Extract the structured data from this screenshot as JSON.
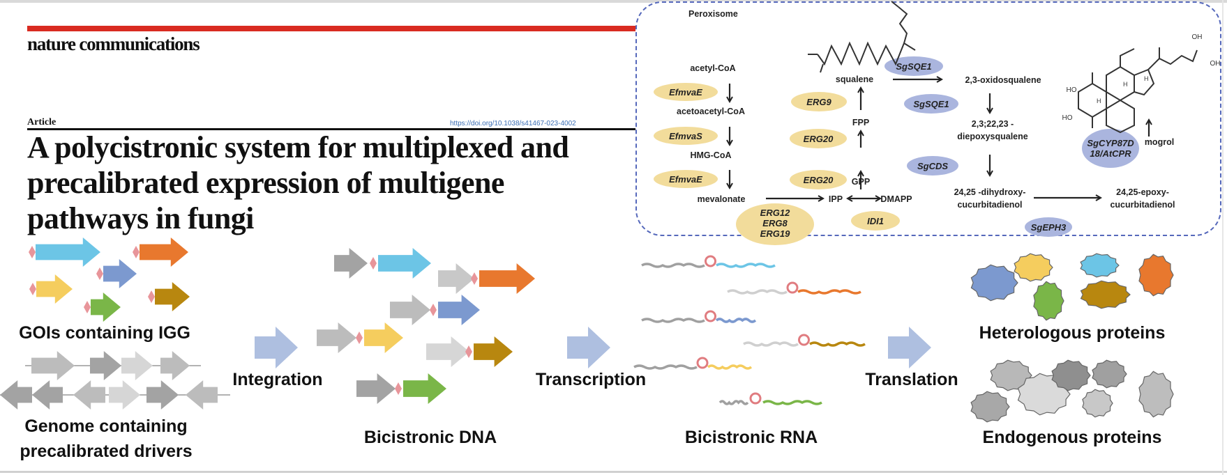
{
  "header": {
    "journal": "nature communications",
    "section": "Article",
    "doi": "https://doi.org/10.1038/s41467-023-4002",
    "title_lines": [
      "A polycistronic system for multiplexed and",
      "precalibrated expression of multigene",
      "pathways in fungi"
    ]
  },
  "pathway": {
    "compartment": "Peroxisome",
    "metabolites": {
      "acetyl_coa": "acetyl-CoA",
      "acetoacetyl_coa": "acetoacetyl-CoA",
      "hmg_coa": "HMG-CoA",
      "mevalonate": "mevalonate",
      "ipp": "IPP",
      "dmapp": "DMAPP",
      "gpp": "GPP",
      "fpp": "FPP",
      "squalene": "squalene",
      "oxidosqualene": "2,3-oxidosqualene",
      "diepoxy_1": "2,3;22,23 -",
      "diepoxy_2": "diepoxysqualene",
      "dihydroxy_1": "24,25 -dihydroxy-",
      "dihydroxy_2": "cucurbitadienol",
      "epoxy_1": "24,25-epoxy-",
      "epoxy_2": "cucurbitadienol",
      "mogrol": "mogrol",
      "ho": "HO",
      "ho2": "HO",
      "oh1": "OH",
      "oh2": "OH",
      "h1": "H",
      "h2": "H",
      "h3": "H"
    },
    "enzymes": {
      "efmvae_1": "EfmvaE",
      "efmvas": "EfmvaS",
      "efmvae_2": "EfmvaE",
      "erg12": "ERG12",
      "erg8": "ERG8",
      "erg19": "ERG19",
      "idi1": "IDI1",
      "erg20_1": "ERG20",
      "erg20_2": "ERG20",
      "erg9": "ERG9",
      "sgsqe1_1": "SgSQE1",
      "sgsqe1_2": "SgSQE1",
      "sgcds": "SgCDS",
      "sgeph3": "SgEPH3",
      "sgcyp_1": "SgCYP87D",
      "sgcyp_2": "18/AtCPR"
    },
    "colors": {
      "yeast_enzyme": "#f2dc9b",
      "plant_enzyme": "#aab5de",
      "border": "#5568bb"
    }
  },
  "workflow": {
    "gois_label": "GOIs containing IGG",
    "genome_label_1": "Genome containing",
    "genome_label_2": "precalibrated drivers",
    "step_integration": "Integration",
    "dna_label": "Bicistronic DNA",
    "step_transcription": "Transcription",
    "rna_label": "Bicistronic RNA",
    "step_translation": "Translation",
    "heterologous_label": "Heterologous proteins",
    "endogenous_label": "Endogenous proteins",
    "colors": {
      "blue": "#6cc5e6",
      "orange": "#e8782e",
      "purple": "#7c99cf",
      "yellow": "#f5cd5e",
      "brown": "#b8870f",
      "green": "#7ab648",
      "igg": "#e8959a",
      "step_arrow": "#aebfe0"
    }
  }
}
